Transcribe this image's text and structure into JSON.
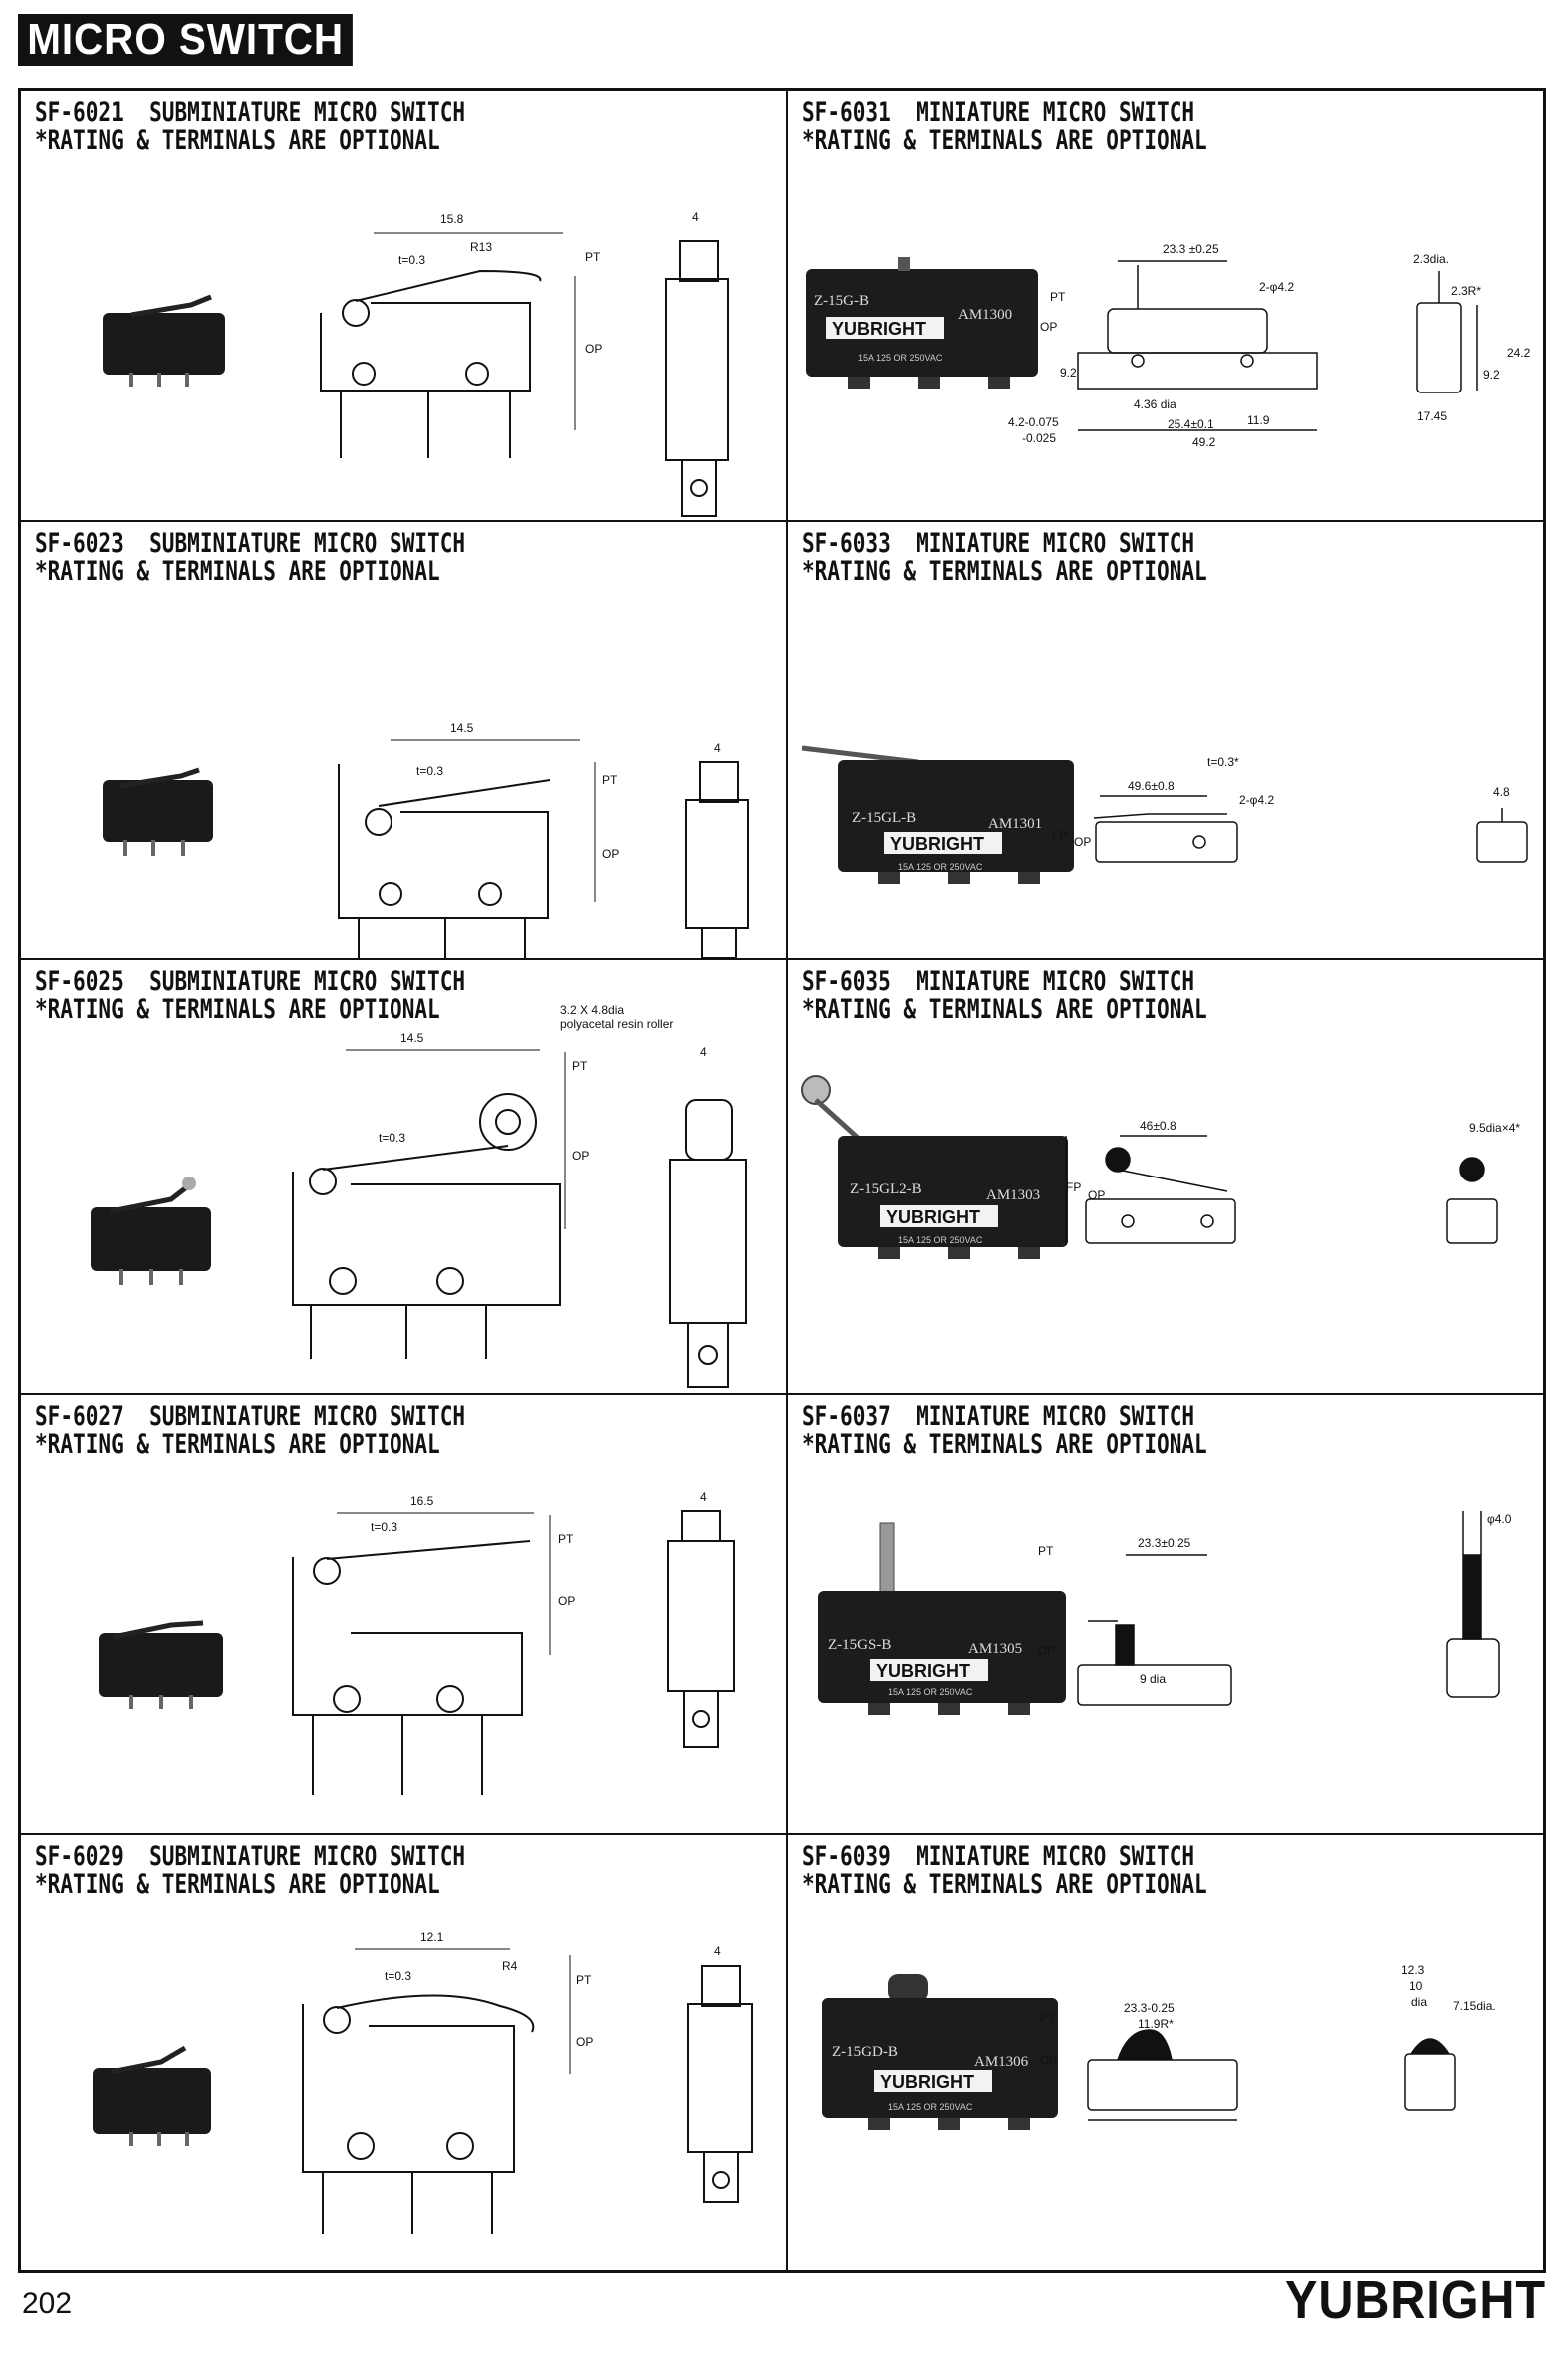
{
  "header": {
    "title": "MICRO SWITCH"
  },
  "note": "*RATING & TERMINALS ARE OPTIONAL",
  "left": [
    {
      "title": "SF-6021  SUBMINIATURE MICRO SWITCH",
      "dims": {
        "length": "15.8",
        "radius": "R13",
        "t": "t=0.3",
        "pt": "PT",
        "op": "OP",
        "width": "4"
      }
    },
    {
      "title": "SF-6023  SUBMINIATURE MICRO SWITCH",
      "dims": {
        "length": "14.5",
        "t": "t=0.3",
        "pt": "PT",
        "op": "OP",
        "width": "4"
      }
    },
    {
      "title": "SF-6025  SUBMINIATURE MICRO SWITCH",
      "dims": {
        "length": "14.5",
        "t": "t=0.3",
        "pt": "PT",
        "op": "OP",
        "width": "4",
        "roller1": "3.2 X 4.8dia",
        "roller2": "polyacetal resin roller"
      }
    },
    {
      "title": "SF-6027  SUBMINIATURE MICRO SWITCH",
      "dims": {
        "length": "16.5",
        "t": "t=0.3",
        "pt": "PT",
        "op": "OP",
        "width": "4"
      }
    },
    {
      "title": "SF-6029  SUBMINIATURE MICRO SWITCH",
      "dims": {
        "length": "12.1",
        "radius": "R4",
        "t": "t=0.3",
        "pt": "PT",
        "op": "OP",
        "width": "4"
      }
    }
  ],
  "right": [
    {
      "title": "SF-6031  MINIATURE MICRO SWITCH",
      "photo": {
        "model": "Z-15G-B",
        "code": "AM1300",
        "brand": "YUBRIGHT",
        "rating": "15A 125 OR 250VAC"
      },
      "dims": {
        "a": "23.3 ±0.25",
        "b": "2-φ4.2",
        "c": "2.3dia.",
        "d": "2.3R*",
        "e": "24.2",
        "f": "9.2",
        "g": "17.45",
        "h": "4.36 dia",
        "i": "25.4±0.1",
        "j": "11.9",
        "k": "49.2",
        "l": "4.2-0.075",
        "m": "-0.025",
        "n": "9.2",
        "pt": "PT",
        "op": "OP"
      }
    },
    {
      "title": "SF-6033  MINIATURE MICRO SWITCH",
      "photo": {
        "model": "Z-15GL-B",
        "code": "AM1301",
        "brand": "YUBRIGHT",
        "rating": "15A 125 OR 250VAC"
      },
      "dims": {
        "a": "49.6±0.8",
        "b": "2-φ4.2",
        "c": "t=0.3*",
        "d": "4.8",
        "fp": "FP",
        "op": "OP"
      }
    },
    {
      "title": "SF-6035  MINIATURE MICRO SWITCH",
      "photo": {
        "model": "Z-15GL2-B",
        "code": "AM1303",
        "brand": "YUBRIGHT",
        "rating": "15A 125 OR 250VAC"
      },
      "dims": {
        "a": "46±0.8",
        "b": "9.5dia×4*",
        "fp": "FP",
        "op": "OP"
      }
    },
    {
      "title": "SF-6037  MINIATURE MICRO SWITCH",
      "photo": {
        "model": "Z-15GS-B",
        "code": "AM1305",
        "brand": "YUBRIGHT",
        "rating": "15A 125 OR 250VAC"
      },
      "dims": {
        "a": "23.3±0.25",
        "b": "φ4.0",
        "c": "9 dia",
        "pt": "PT",
        "op": "OP"
      }
    },
    {
      "title": "SF-6039  MINIATURE MICRO SWITCH",
      "photo": {
        "model": "Z-15GD-B",
        "code": "AM1306",
        "brand": "YUBRIGHT",
        "rating": "15A 125 OR 250VAC"
      },
      "dims": {
        "a": "23.3-0.25",
        "b": "11.9R*",
        "c": "12.3",
        "d": "10",
        "e": "dia",
        "f": "7.15dia.",
        "pt": "PT",
        "op": "OP"
      }
    }
  ],
  "footer": {
    "page": "202",
    "brand": "YUBRIGHT"
  }
}
